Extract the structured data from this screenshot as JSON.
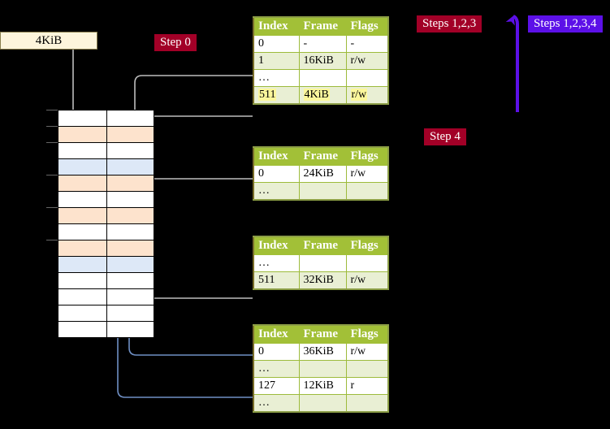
{
  "diagram": {
    "title_hidden": "",
    "page_box": {
      "label": "4KiB"
    },
    "badges": {
      "step0": "Step 0",
      "steps123": "Steps 1,2,3",
      "steps1234": "Steps 1,2,3,4",
      "step4": "Step 4"
    },
    "colors": {
      "table_header": "#a2c037",
      "table_alt_row": "#e9efd4",
      "highlight": "#fbf79c",
      "badge_red": "#a20027",
      "badge_purple": "#5c10e8",
      "wire_gray": "#b9b9b9",
      "wire_blue": "#6f8fc4",
      "mem_orange": "#fde3cd",
      "mem_blue": "#dde8f7",
      "page_box_fill": "#fdf5dc"
    },
    "memory_grid": {
      "name": "physical-memory",
      "rows": [
        {
          "fill": "w"
        },
        {
          "fill": "o"
        },
        {
          "fill": "w"
        },
        {
          "fill": "b"
        },
        {
          "fill": "o"
        },
        {
          "fill": "w"
        },
        {
          "fill": "o"
        },
        {
          "fill": "w"
        },
        {
          "fill": "o"
        },
        {
          "fill": "b"
        },
        {
          "fill": "w"
        },
        {
          "fill": "w"
        },
        {
          "fill": "w"
        },
        {
          "fill": "w"
        }
      ]
    },
    "tables": [
      {
        "name": "page-table-level-4",
        "headers": [
          "Index",
          "Frame",
          "Flags"
        ],
        "rows": [
          {
            "style": "plain",
            "cells": [
              "0",
              "-",
              "-"
            ],
            "highlight": []
          },
          {
            "style": "alt",
            "cells": [
              "1",
              "16KiB",
              "r/w"
            ],
            "highlight": []
          },
          {
            "style": "plain",
            "cells": [
              "…",
              "",
              ""
            ],
            "highlight": []
          },
          {
            "style": "alt",
            "cells": [
              "511",
              "4KiB",
              "r/w"
            ],
            "highlight": [
              0,
              1,
              2
            ]
          }
        ]
      },
      {
        "name": "page-table-level-3",
        "headers": [
          "Index",
          "Frame",
          "Flags"
        ],
        "rows": [
          {
            "style": "plain",
            "cells": [
              "0",
              "24KiB",
              "r/w"
            ],
            "highlight": []
          },
          {
            "style": "alt",
            "cells": [
              "…",
              "",
              ""
            ],
            "highlight": []
          }
        ]
      },
      {
        "name": "page-table-level-2",
        "headers": [
          "Index",
          "Frame",
          "Flags"
        ],
        "rows": [
          {
            "style": "plain",
            "cells": [
              "…",
              "",
              ""
            ],
            "highlight": []
          },
          {
            "style": "alt",
            "cells": [
              "511",
              "32KiB",
              "r/w"
            ],
            "highlight": []
          }
        ]
      },
      {
        "name": "page-table-level-1",
        "headers": [
          "Index",
          "Frame",
          "Flags"
        ],
        "rows": [
          {
            "style": "plain",
            "cells": [
              "0",
              "36KiB",
              "r/w"
            ],
            "highlight": []
          },
          {
            "style": "alt",
            "cells": [
              "…",
              "",
              ""
            ],
            "highlight": []
          },
          {
            "style": "plain",
            "cells": [
              "127",
              "12KiB",
              "r"
            ],
            "highlight": []
          },
          {
            "style": "alt",
            "cells": [
              "…",
              "",
              ""
            ],
            "highlight": []
          }
        ]
      }
    ]
  }
}
